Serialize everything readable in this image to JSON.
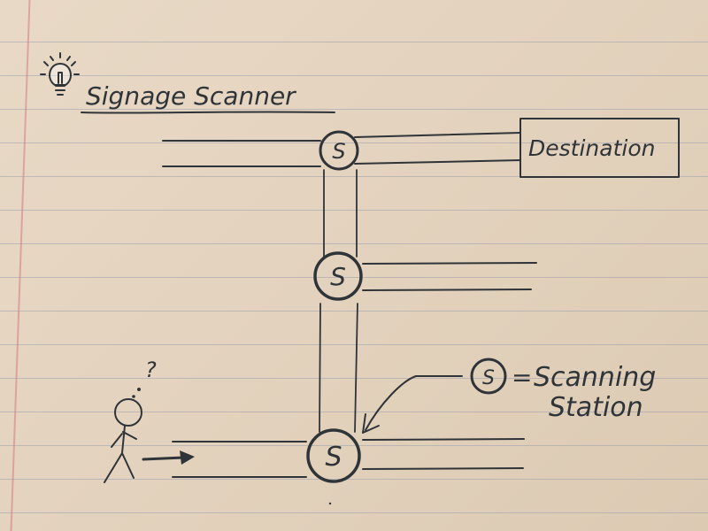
{
  "title": "Signage Scanner",
  "destination_label": "Destination",
  "station_symbol": "S",
  "legend": {
    "symbol": "S",
    "equals": "=",
    "line1": "Scanning",
    "line2": "Station"
  },
  "question_mark": "?",
  "colors": {
    "ink": "#2f3438",
    "paper": "#e3d2bd",
    "rule_line": "#8c96af",
    "margin_line": "#d67882"
  },
  "icons": [
    "lightbulb-icon",
    "stick-figure-icon",
    "arrow-icon"
  ]
}
